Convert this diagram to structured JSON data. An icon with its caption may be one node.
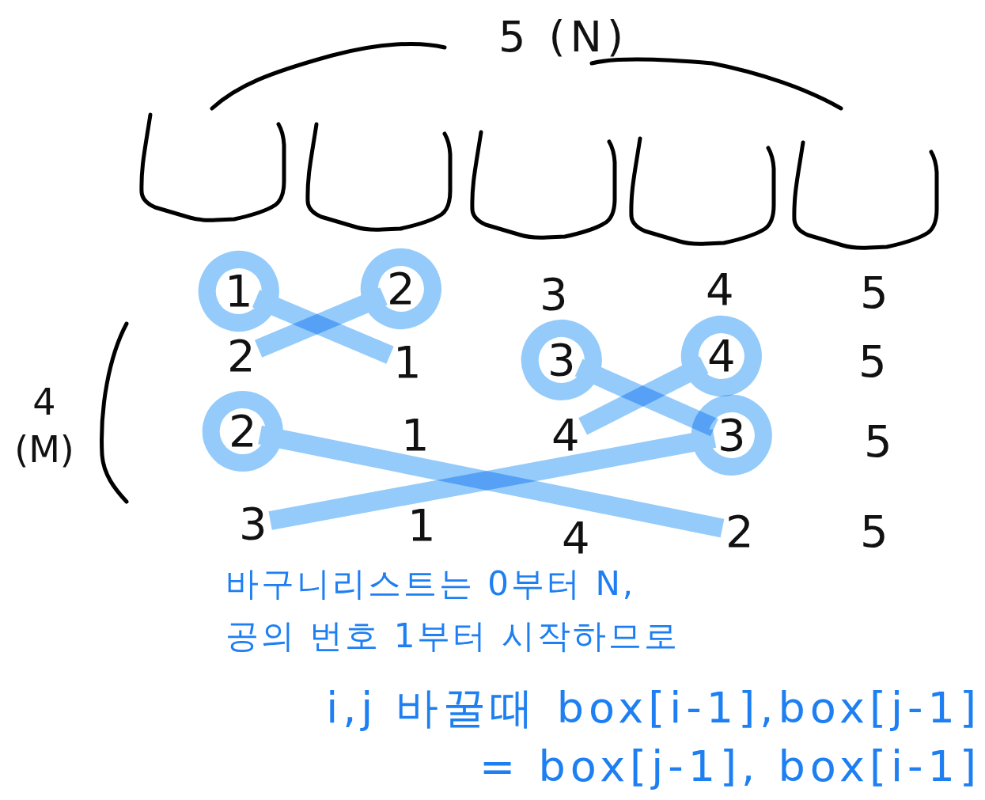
{
  "diagram": {
    "nodes": [
      {
        "text": [
          "1"
        ]
      },
      {
        "text": [
          "2"
        ]
      },
      {
        "text": [
          "3"
        ]
      },
      {
        "text": [
          "4"
        ]
      },
      {
        "text": [
          "5"
        ]
      },
      {
        "text": [
          "2"
        ]
      },
      {
        "text": [
          "1"
        ]
      },
      {
        "text": [
          "3"
        ]
      },
      {
        "text": [
          "4"
        ]
      },
      {
        "text": [
          "5"
        ]
      },
      {
        "text": [
          "2"
        ]
      },
      {
        "text": [
          "1"
        ]
      },
      {
        "text": [
          "4"
        ]
      },
      {
        "text": [
          "3"
        ]
      },
      {
        "text": [
          "5"
        ]
      },
      {
        "text": [
          "3"
        ]
      },
      {
        "text": [
          "1"
        ]
      },
      {
        "text": [
          "4"
        ]
      },
      {
        "text": [
          "2"
        ]
      },
      {
        "text": [
          "5"
        ]
      }
    ],
    "edges": [
      {
        "from": 0,
        "to": 6,
        "arrow": "other"
      },
      {
        "from": 1,
        "to": 5,
        "arrow": "other"
      },
      {
        "from": 7,
        "to": 13,
        "arrow": "other"
      },
      {
        "from": 8,
        "to": 12,
        "arrow": "other"
      },
      {
        "from": 10,
        "to": 18,
        "arrow": "other"
      },
      {
        "from": 13,
        "to": 15,
        "arrow": "other"
      }
    ],
    "labels": [
      "5 (N)",
      "4 (M)",
      "바구니리스트는 0부터 N, 공의 번호 1부터 시작하므로",
      "i,j 바꿀때 box[i-1],box[j-1] = box[j-1], box[i-1]"
    ]
  }
}
